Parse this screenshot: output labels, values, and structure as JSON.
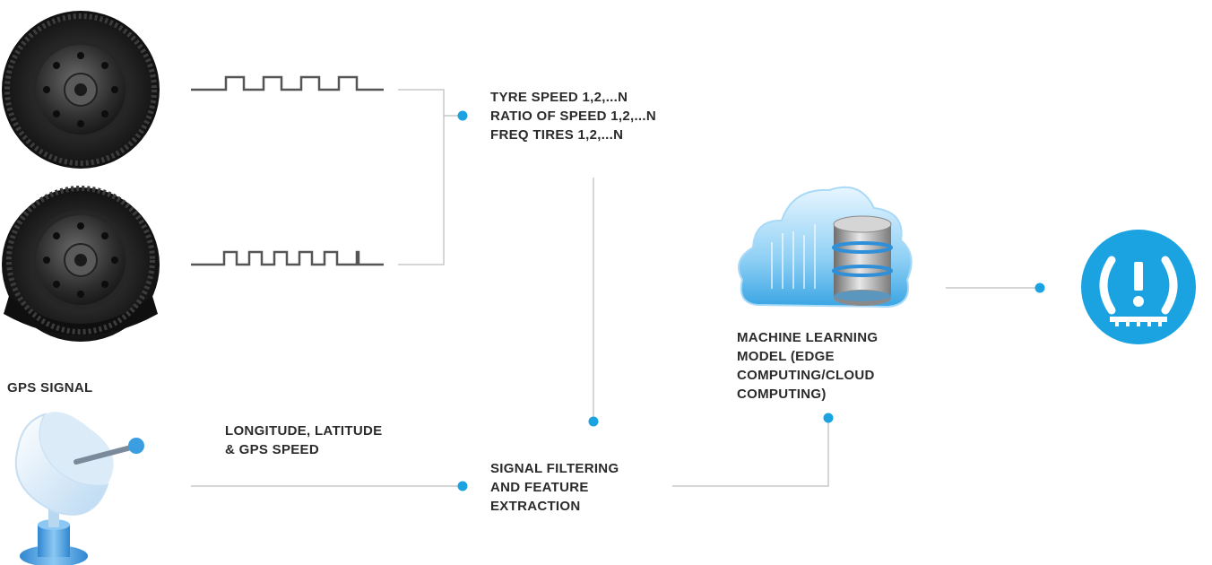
{
  "labels": {
    "tyre_metrics": [
      "TYRE SPEED 1,2,...N",
      "RATIO OF SPEED 1,2,...N",
      "FREQ TIRES 1,2,...N"
    ],
    "gps_signal": "GPS SIGNAL",
    "gps_data": [
      "LONGITUDE, LATITUDE",
      "& GPS SPEED"
    ],
    "signal_filtering": [
      "SIGNAL FILTERING",
      "AND FEATURE",
      "EXTRACTION"
    ],
    "ml_model": [
      "MACHINE LEARNING",
      "MODEL (EDGE",
      "COMPUTING/CLOUD",
      "COMPUTING)"
    ]
  },
  "nodes": {
    "tyre_top": "tyre-icon",
    "tyre_bottom": "flat-tyre-icon",
    "gps": "satellite-dish-icon",
    "cloud": "cloud-database-icon",
    "tpms": "tpms-warning-icon"
  },
  "colors": {
    "accent": "#1aa3e0",
    "line": "#c8c8c8",
    "pulse": "#555555",
    "text": "#2b2b2b"
  }
}
